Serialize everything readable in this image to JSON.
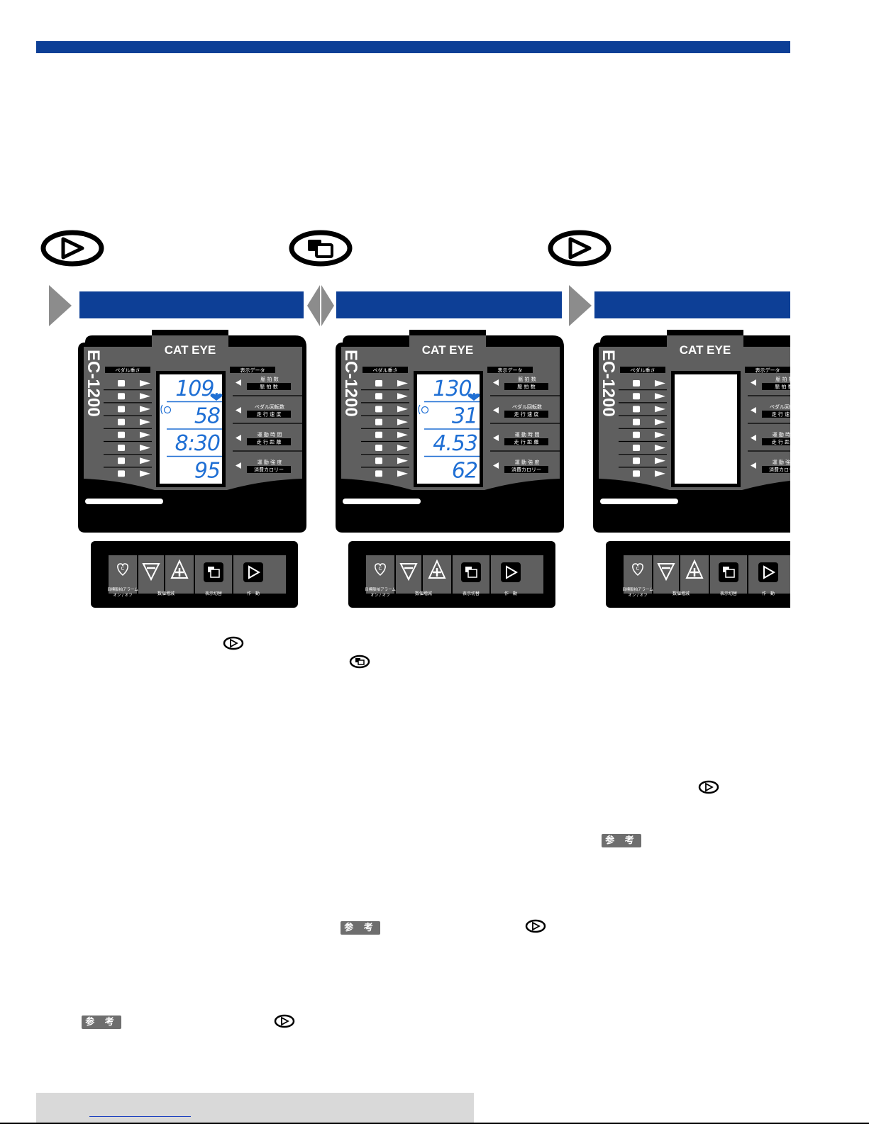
{
  "panel": {
    "brand": "CAT EYE",
    "model": "EC-1200",
    "left_header": "ペダル重さ",
    "right_header": "表示データ",
    "rows": [
      {
        "top": "脈 拍 数",
        "bottom": "脈 拍 数"
      },
      {
        "top": "ペダル回転数",
        "bottom": "走 行 速 度"
      },
      {
        "top": "運 動 時 間",
        "bottom": "走 行 距 離"
      },
      {
        "top": "運 動 強 度",
        "bottom": "消費カロリー"
      }
    ],
    "controls": {
      "alarm_label_1": "目標脈拍アラーム",
      "alarm_label_2": "オン / オフ",
      "adjust_label": "数値増減",
      "toggle_label": "表示切替",
      "start_label": "作　動"
    }
  },
  "screens": [
    {
      "values": [
        "109.",
        "58",
        "8:30",
        "95"
      ],
      "blank": false
    },
    {
      "values": [
        "130.",
        "31",
        "4.53",
        "62"
      ],
      "blank": false
    },
    {
      "values": [],
      "blank": true
    }
  ],
  "reference_badge": "参 考",
  "icons": {
    "start": "play-triangle-icon",
    "toggle": "display-switch-icon"
  },
  "colors": {
    "accent_blue": "#0d3f96",
    "lcd_digit": "#1f6fd4",
    "panel_gray": "#5f5f5f"
  }
}
